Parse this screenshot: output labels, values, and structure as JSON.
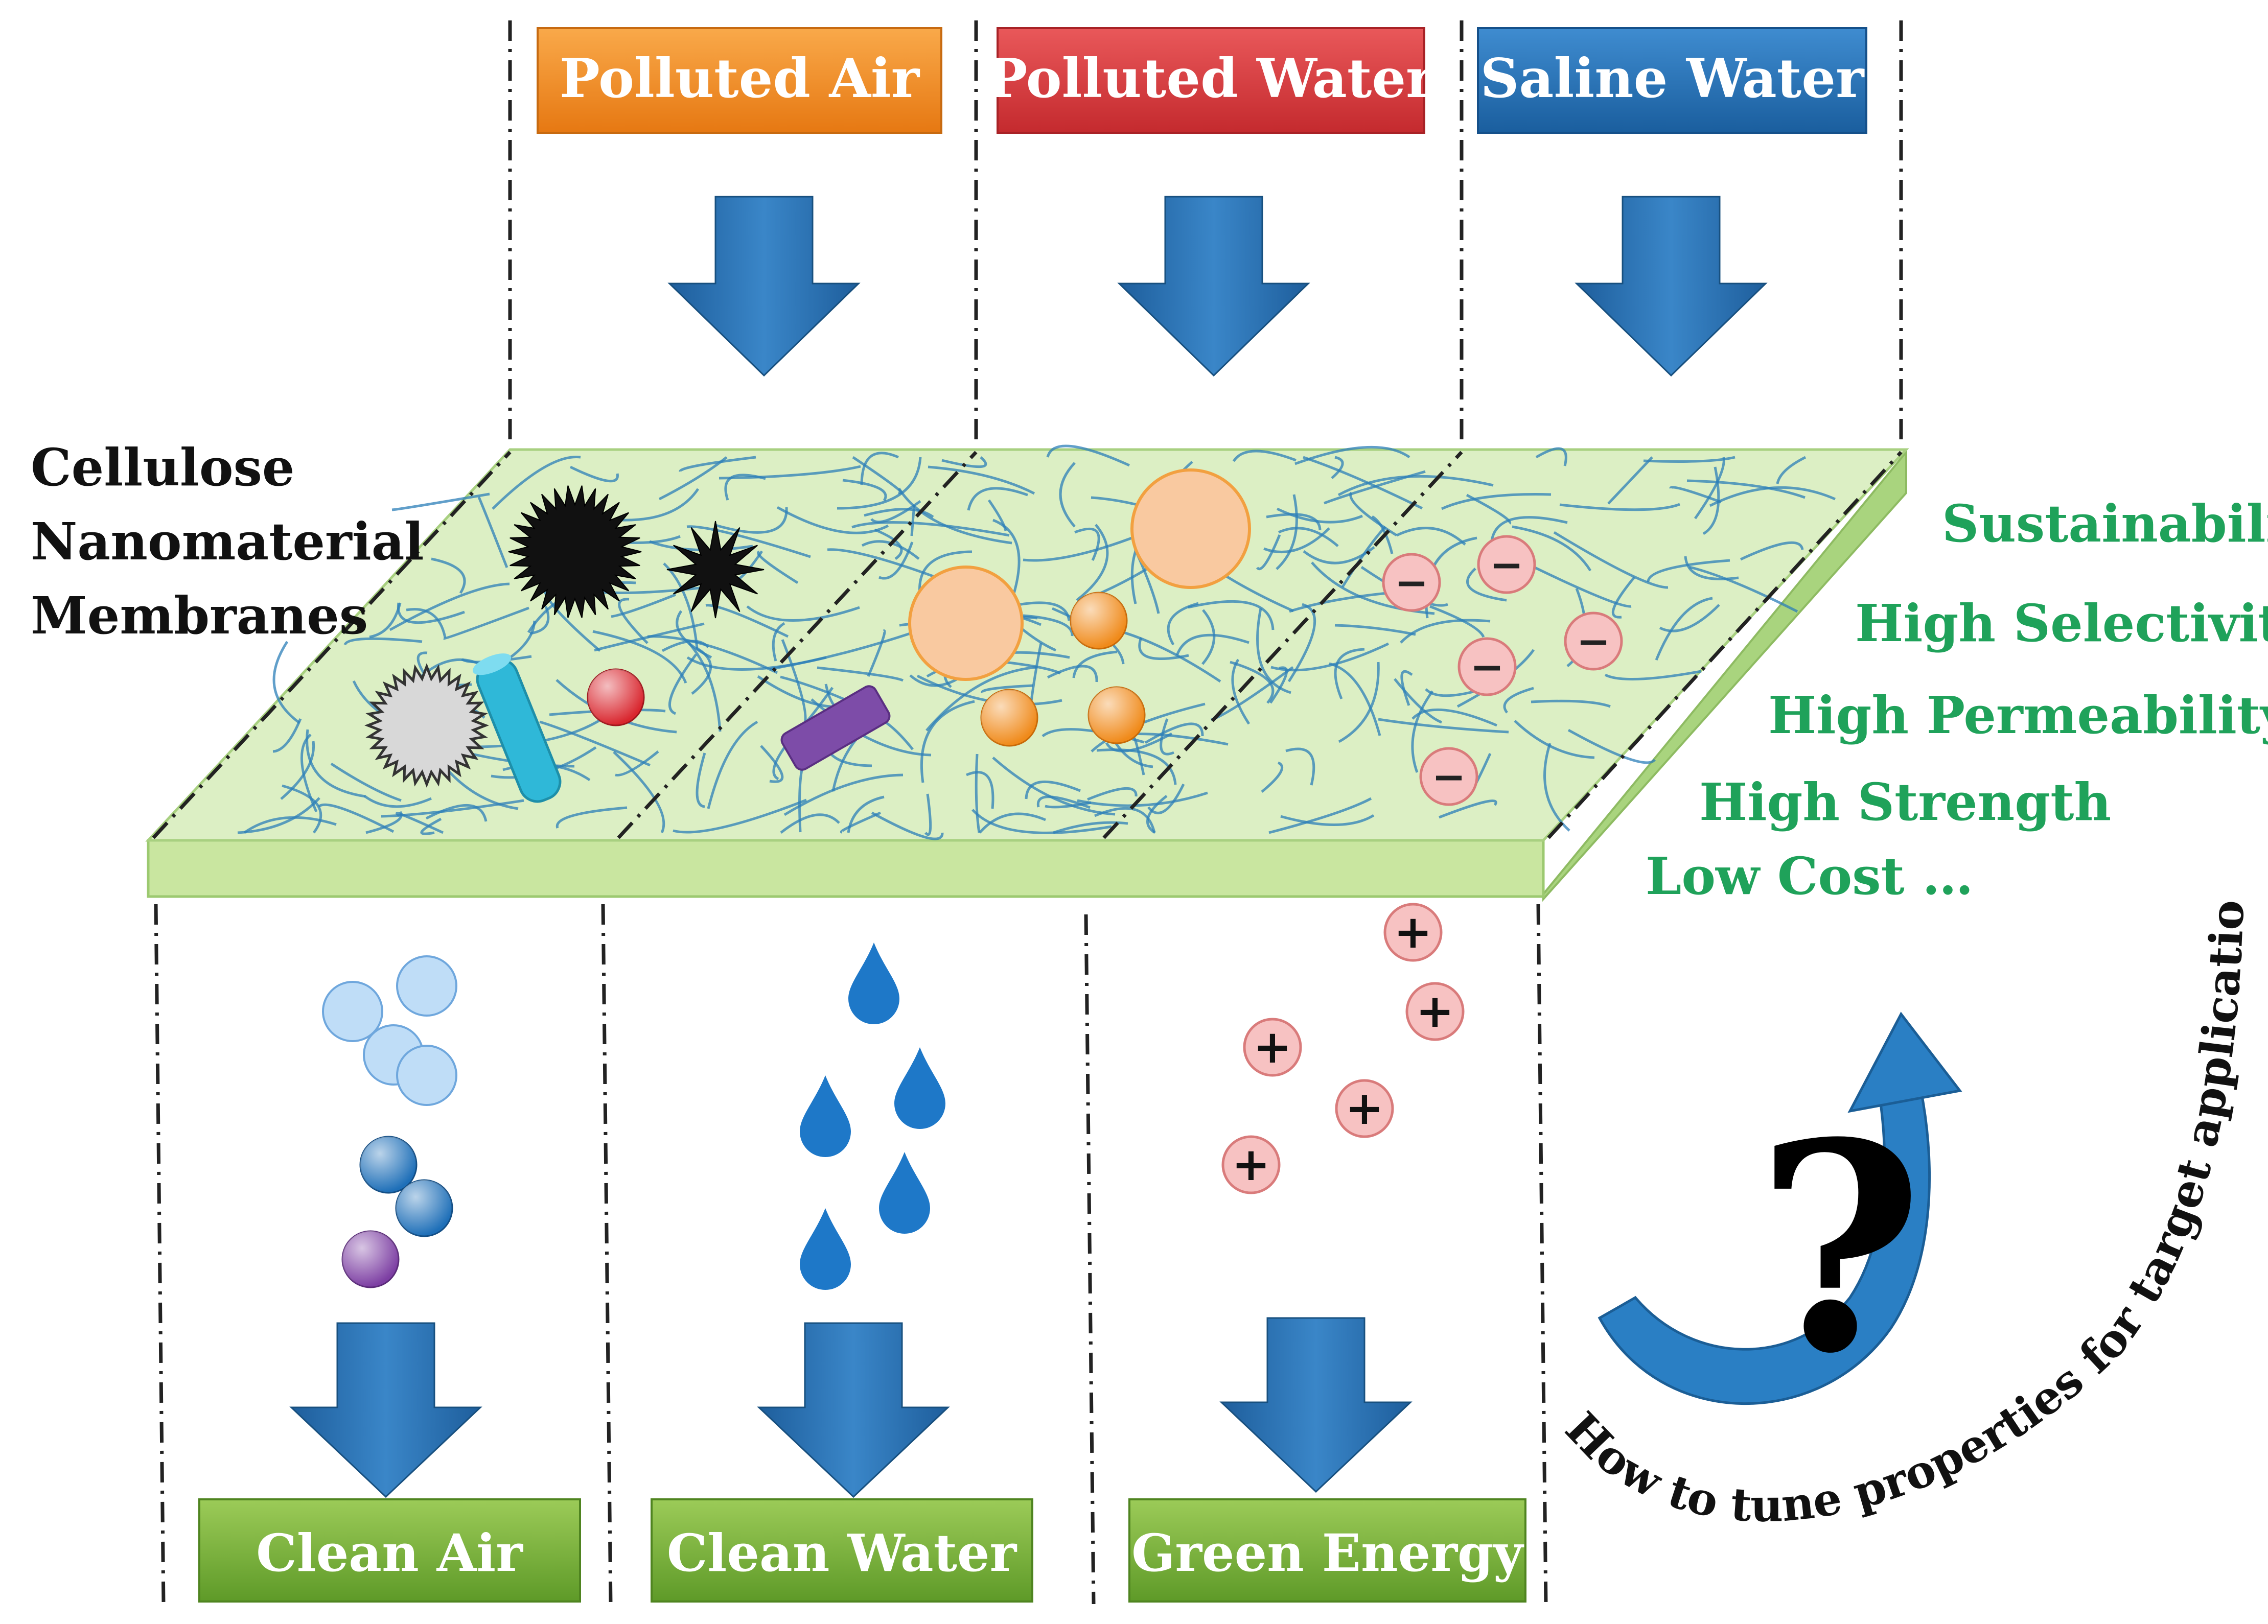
{
  "inputs": [
    {
      "label": "Polluted Air",
      "color": "#F28A1E"
    },
    {
      "label": "Polluted Water",
      "color": "#D9383A"
    },
    {
      "label": "Saline Water",
      "color": "#1F73B7"
    }
  ],
  "outputs": [
    {
      "label": "Clean Air"
    },
    {
      "label": "Clean Water"
    },
    {
      "label": "Green Energy"
    }
  ],
  "membrane_label": [
    "Cellulose",
    "Nanomaterial",
    "Membranes"
  ],
  "properties": [
    "Sustainability",
    "High Selectivity",
    "High Permeability",
    "High  Strength",
    "Low Cost …"
  ],
  "question_mark": "?",
  "tuning_caption": "How to tune properties for target application",
  "ion_negative": "−",
  "ion_positive": "+",
  "colors": {
    "arrow_blue": "#2A6FB0",
    "output_green": "#7CB53A",
    "property_green": "#1FA25A",
    "membrane_fill": "#D4EDB0",
    "membrane_edge": "#BEE39A",
    "fiber_blue": "#2C7FB8"
  }
}
